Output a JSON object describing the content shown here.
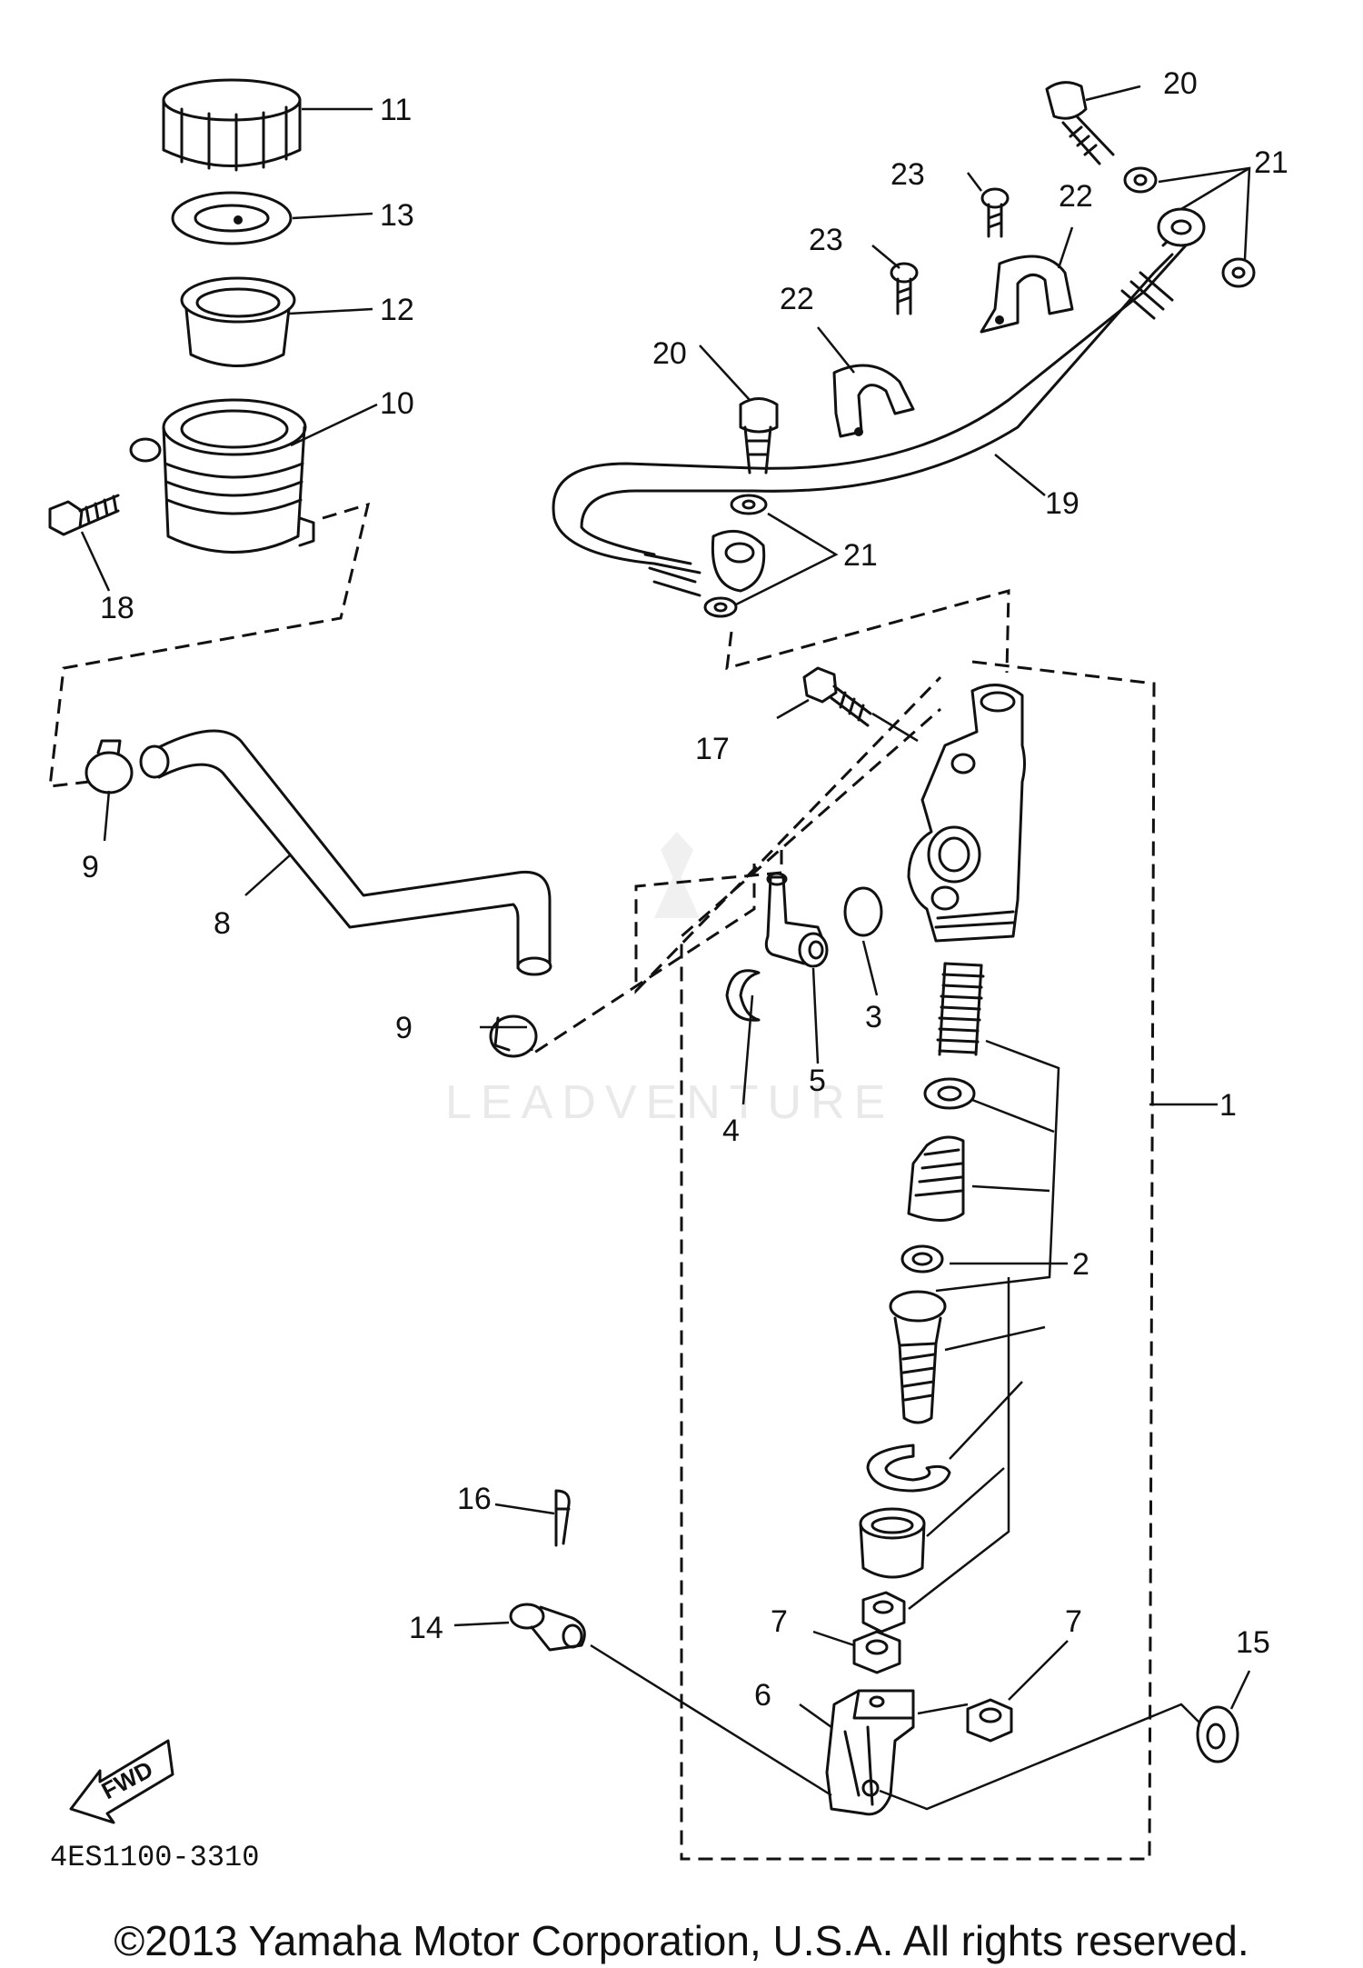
{
  "callouts": {
    "c1": "1",
    "c2": "2",
    "c3": "3",
    "c4": "4",
    "c5": "5",
    "c6": "6",
    "c7": "7",
    "c8": "8",
    "c9": "9",
    "c10": "10",
    "c11": "11",
    "c12": "12",
    "c13": "13",
    "c14": "14",
    "c15": "15",
    "c16": "16",
    "c17": "17",
    "c18": "18",
    "c19": "19",
    "c20": "20",
    "c21": "21",
    "c22": "22",
    "c23": "23"
  },
  "fwd_label": "FWD",
  "diagram_code": "4ES1100-3310",
  "watermark": "LEADVENTURE",
  "copyright": "©2013 Yamaha Motor Corporation, U.S.A. All rights reserved."
}
